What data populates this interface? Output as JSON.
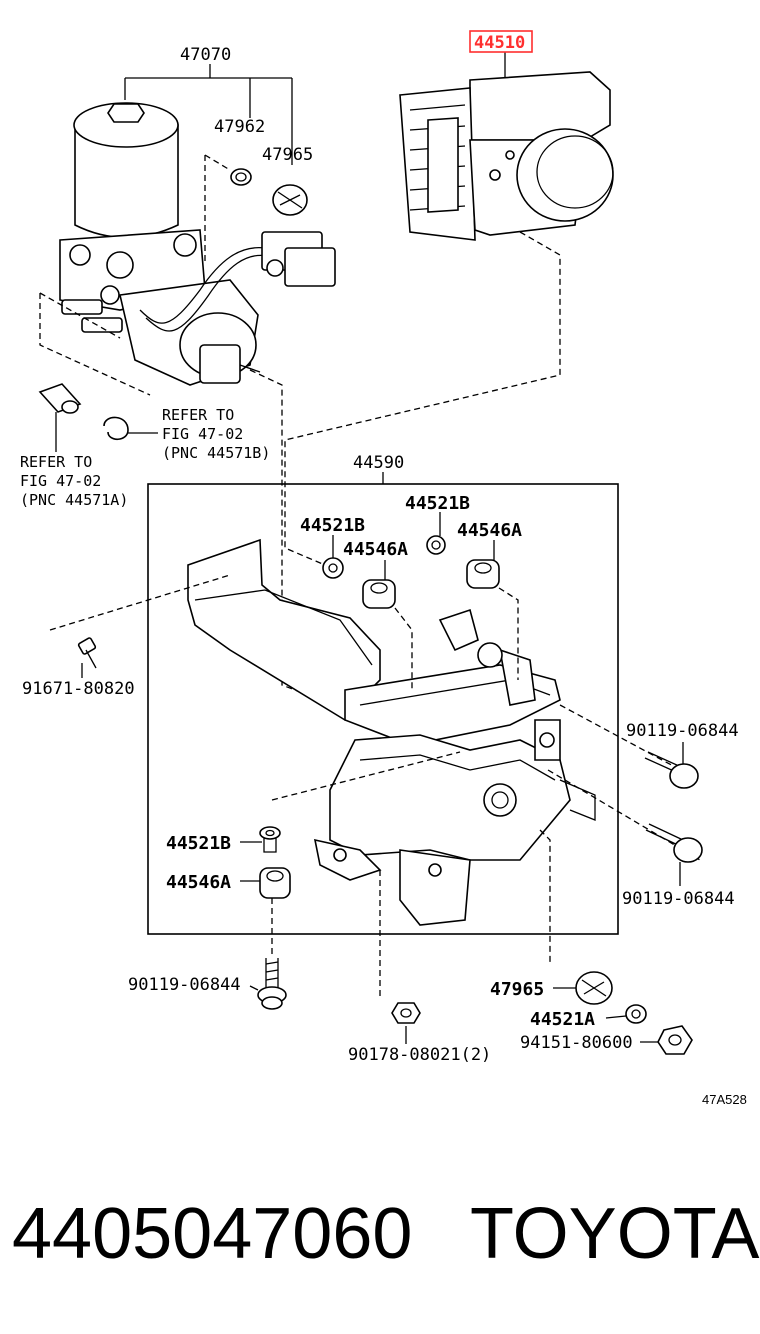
{
  "labels": {
    "p47070": "47070",
    "p47962": "47962",
    "p47965_top": "47965",
    "p44510": "44510",
    "refer_b_line1": "REFER TO",
    "refer_b_line2": "FIG 47-02",
    "refer_b_line3": "(PNC 44571B)",
    "refer_a_line1": "REFER TO",
    "refer_a_line2": "FIG 47-02",
    "refer_a_line3": "(PNC 44571A)",
    "p44590": "44590",
    "p44521B_1": "44521B",
    "p44521B_2": "44521B",
    "p44546A_1": "44546A",
    "p44546A_2": "44546A",
    "p91671": "91671-80820",
    "p90119_1": "90119-06844",
    "p90119_2": "90119-06844",
    "p44521B_3": "44521B",
    "p44546A_3": "44546A",
    "p90119_3": "90119-06844",
    "p90178": "90178-08021(2)",
    "p47965_bot": "47965",
    "p44521A": "44521A",
    "p94151": "94151-80600",
    "diagram_code": "47A528"
  },
  "footer": {
    "part_number": "4405047060",
    "brand": "TOYOTA"
  },
  "colors": {
    "highlight": "#ff2f2f",
    "ink": "#000000"
  }
}
